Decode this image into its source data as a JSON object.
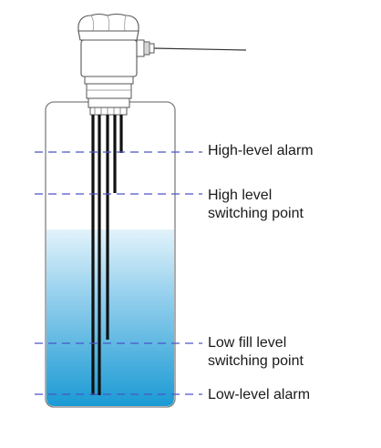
{
  "labels": {
    "high_level_alarm": "High-level alarm",
    "high_level_switching_point": [
      "High level",
      "switching point"
    ],
    "low_fill_level_switching_point": [
      "Low fill level",
      "switching point"
    ],
    "low_level_alarm": "Low-level alarm"
  },
  "colors": {
    "tank_outline": "#808080",
    "liquid_top": "#d8eef8",
    "liquid_bottom": "#1a9ad4",
    "dashed_line": "#4a55c8",
    "probe_rod": "#111111",
    "cable": "#333333"
  },
  "icons": {
    "sensor_head": "level-switch-head-icon",
    "cable_gland": "cable-gland-icon"
  }
}
